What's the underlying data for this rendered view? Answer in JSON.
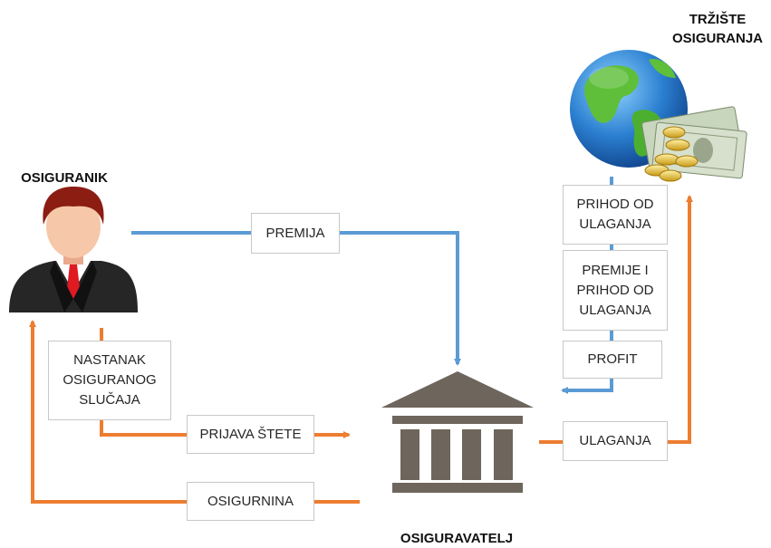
{
  "colors": {
    "blue_flow": "#5b9bd5",
    "orange_flow": "#ed7d31",
    "building": "#6e655c",
    "label_border": "#c8c8c8"
  },
  "icons": [
    "person-icon",
    "globe-icon",
    "money-icon",
    "bank-icon"
  ],
  "nodes": {
    "osiguranik": "OSIGURANIK",
    "trziste": "TRŽIŠTE\nOSIGURANJA",
    "osiguravatelj": "OSIGURAVATELJ"
  },
  "flows": {
    "premija": "PREMIJA",
    "nastanak": "NASTANAK\nOSIGURANOG\nSLUČAJA",
    "prijava": "PRIJAVA ŠTETE",
    "osigurnina": "OSIGURNINA",
    "prihod": "PRIHOD OD\nULAGANJA",
    "premije_prihod": "PREMIJE I\nPRIHOD OD\nULAGANJA",
    "profit": "PROFIT",
    "ulaganja": "ULAGANJA"
  }
}
